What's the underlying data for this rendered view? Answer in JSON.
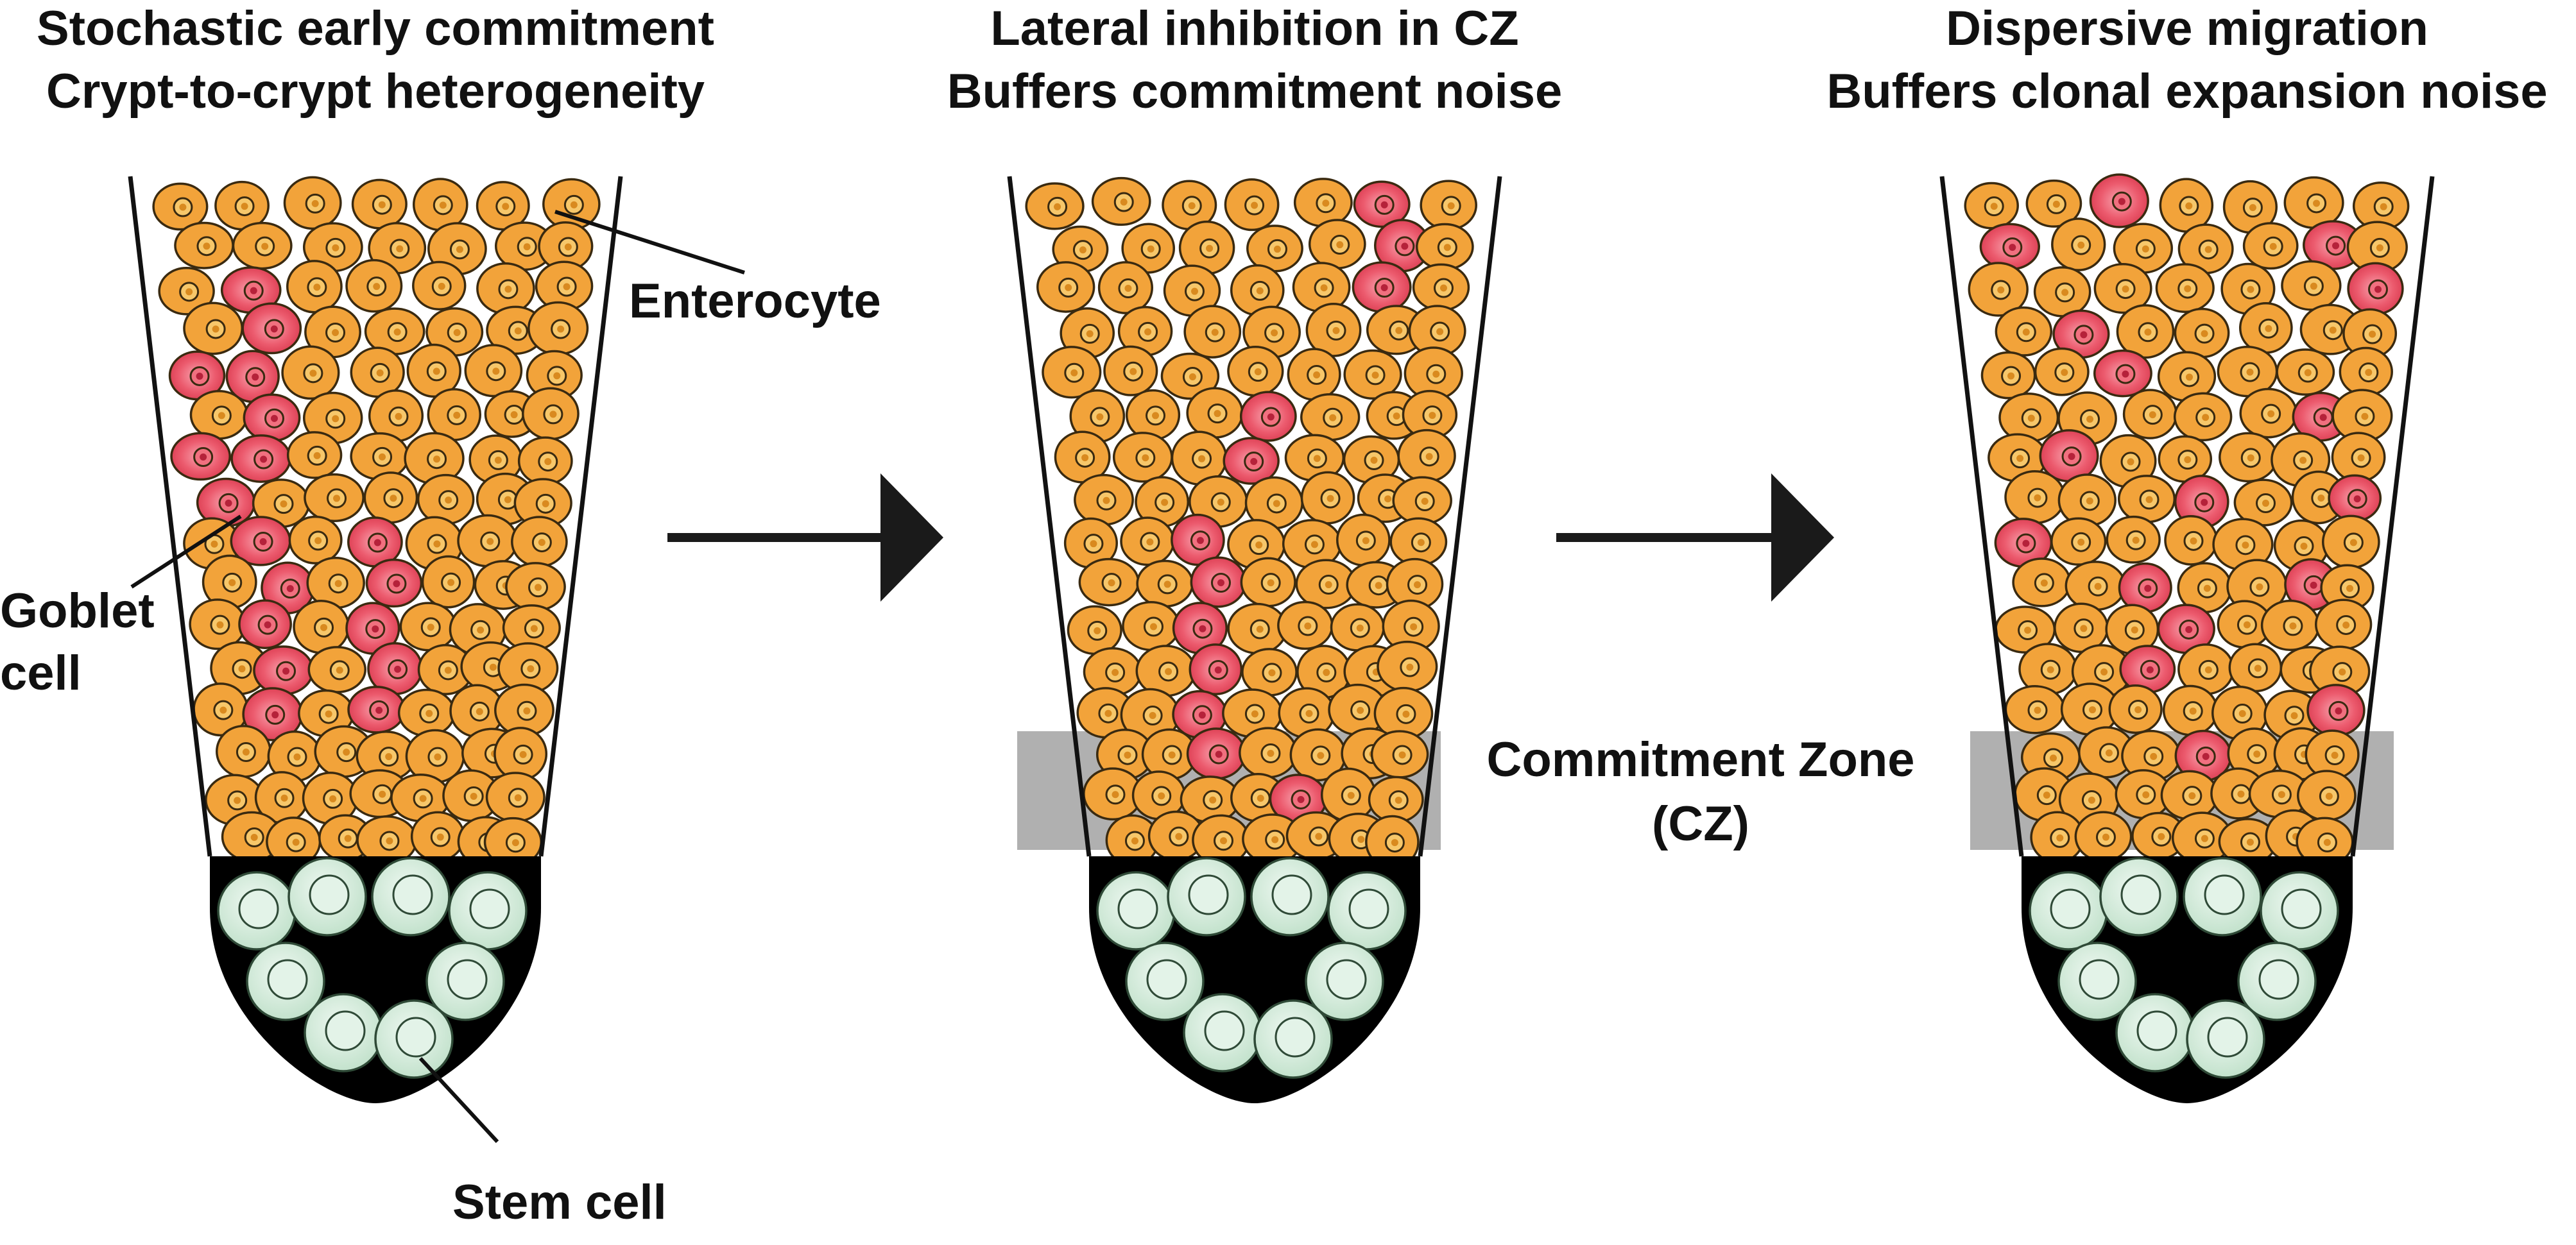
{
  "panels": [
    {
      "title_line1": "Stochastic early commitment",
      "title_line2": "Crypt-to-crypt heterogeneity",
      "has_cz": false,
      "goblet_pattern": "clustered"
    },
    {
      "title_line1": "Lateral inhibition in CZ",
      "title_line2": "Buffers commitment noise",
      "has_cz": true,
      "goblet_pattern": "spaced-column"
    },
    {
      "title_line1": "Dispersive migration",
      "title_line2": "Buffers clonal expansion noise",
      "has_cz": true,
      "goblet_pattern": "dispersed"
    }
  ],
  "labels": {
    "enterocyte": "Enterocyte",
    "goblet_line1": "Goblet",
    "goblet_line2": "cell",
    "stem_cell": "Stem cell",
    "cz_line1": "Commitment Zone",
    "cz_line2": "(CZ)"
  },
  "colors": {
    "enterocyte_fill": "#f2a33a",
    "enterocyte_nucleus": "#f7c76a",
    "goblet_fill": "#e8485e",
    "goblet_highlight": "#f8a5b0",
    "stem_fill": "#cfe8d6",
    "stem_ring": "#a8d1b4",
    "crypt_base": "#000000",
    "cz_band": "#b0b0b0",
    "arrow": "#1a1a1a"
  }
}
